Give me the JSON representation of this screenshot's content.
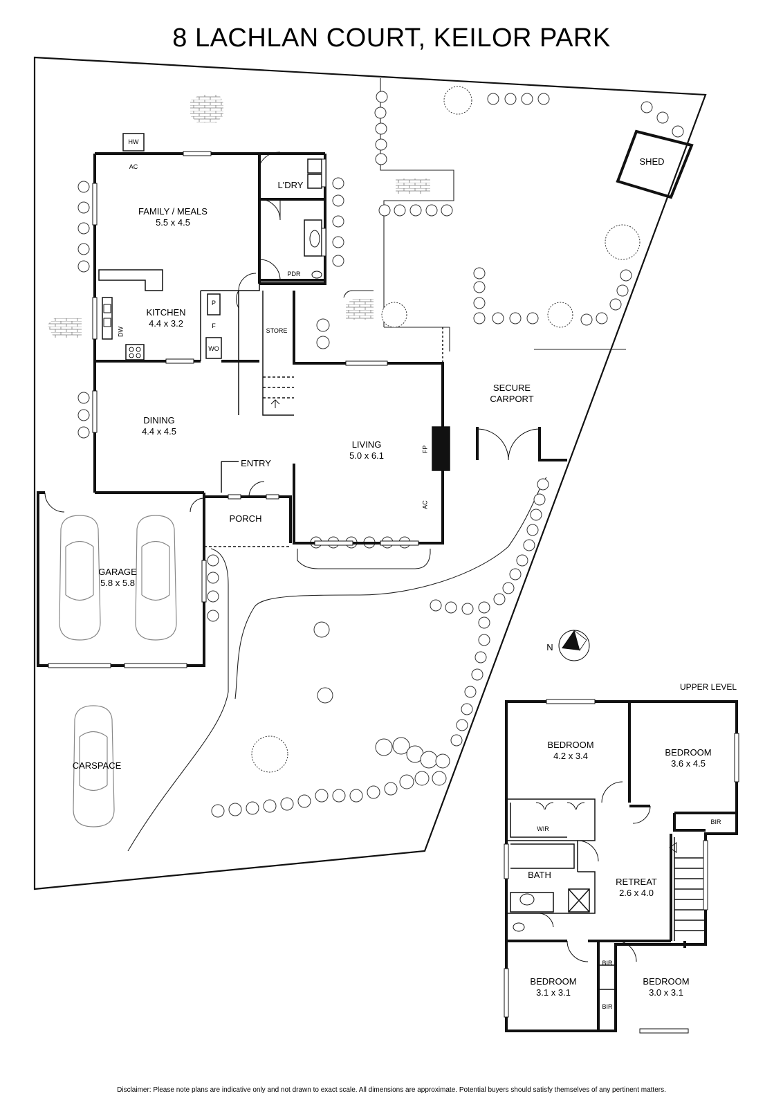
{
  "title": "8 LACHLAN COURT, KEILOR PARK",
  "upper_level_label": "UPPER LEVEL",
  "compass_label": "N",
  "disclaimer": "Disclaimer: Please note plans are indicative only and not drawn to exact scale. All dimensions are approximate. Potential buyers should satisfy themselves of any pertinent matters.",
  "rooms": {
    "family": {
      "name": "FAMILY / MEALS",
      "size": "5.5 x 4.5"
    },
    "kitchen": {
      "name": "KITCHEN",
      "size": "4.4 x 3.2"
    },
    "dining": {
      "name": "DINING",
      "size": "4.4 x 4.5"
    },
    "living": {
      "name": "LIVING",
      "size": "5.0 x 6.1"
    },
    "garage": {
      "name": "GARAGE",
      "size": "5.8 x 5.8"
    },
    "laundry": {
      "name": "L'DRY"
    },
    "pdr": {
      "name": "PDR"
    },
    "store": {
      "name": "STORE"
    },
    "entry": {
      "name": "ENTRY"
    },
    "porch": {
      "name": "PORCH"
    },
    "carport": {
      "name": "SECURE",
      "name2": "CARPORT"
    },
    "shed": {
      "name": "SHED"
    },
    "carspace": {
      "name": "CARSPACE"
    },
    "bed1": {
      "name": "BEDROOM",
      "size": "4.2 x 3.4"
    },
    "bed2": {
      "name": "BEDROOM",
      "size": "3.6 x 4.5"
    },
    "bed3": {
      "name": "BEDROOM",
      "size": "3.1 x 3.1"
    },
    "bed4": {
      "name": "BEDROOM",
      "size": "3.0 x 3.1"
    },
    "retreat": {
      "name": "RETREAT",
      "size": "2.6 x 4.0"
    },
    "bath": {
      "name": "BATH"
    },
    "wir": {
      "name": "WIR"
    },
    "bir": {
      "name": "BIR"
    }
  },
  "fixtures": {
    "hw": "HW",
    "ac": "AC",
    "p": "P",
    "f": "F",
    "wo": "WO",
    "dw": "DW",
    "fp": "FP"
  }
}
